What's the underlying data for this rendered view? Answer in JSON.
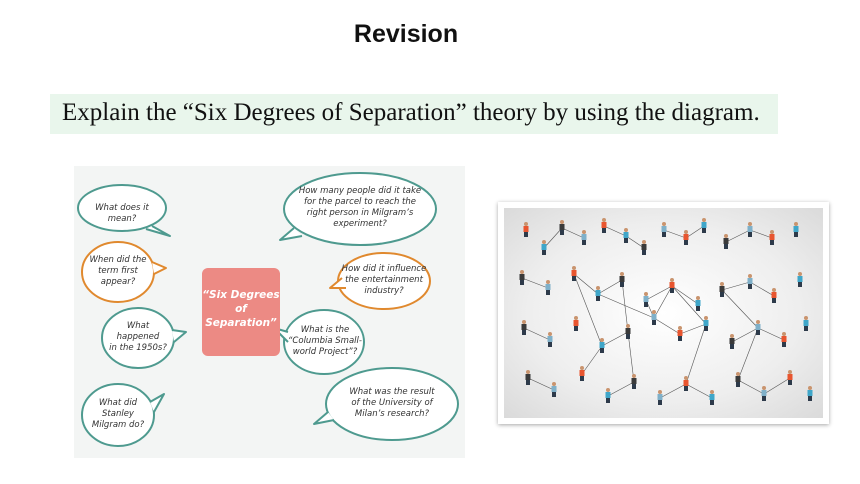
{
  "slide": {
    "title": "Revision",
    "prompt": "Explain the “Six Degrees of Separation” theory by using the diagram."
  },
  "mind_map": {
    "center": {
      "line1": "“Six Degrees",
      "line2": "of",
      "line3": "Separation”",
      "color": "#ec8a84"
    },
    "left_bubbles": [
      {
        "lines": [
          "What does it mean?"
        ],
        "color": "#4e9a8f"
      },
      {
        "lines": [
          "When did the",
          "term first",
          "appear?"
        ],
        "color": "#e0892e"
      },
      {
        "lines": [
          "What",
          "happened",
          "in the 1950s?"
        ],
        "color": "#4e9a8f"
      },
      {
        "lines": [
          "What did",
          "Stanley",
          "Milgram do?"
        ],
        "color": "#4e9a8f"
      }
    ],
    "right_bubbles": [
      {
        "lines": [
          "How many people did it take",
          "for the parcel to reach the",
          "right person in Milgram’s",
          "experiment?"
        ],
        "color": "#4e9a8f"
      },
      {
        "lines": [
          "How did it influence",
          "the entertainment",
          "industry?"
        ],
        "color": "#e0892e"
      },
      {
        "lines": [
          "What is the",
          "“Columbia Small-",
          "world Project”?"
        ],
        "color": "#4e9a8f"
      },
      {
        "lines": [
          "What was the result",
          "of the University of",
          "Milan’s research?"
        ],
        "color": "#4e9a8f"
      }
    ]
  },
  "network_illustration": {
    "description_icon": "people-network-illustration",
    "person_colors": [
      "#e8552f",
      "#3fa6c9",
      "#3a3a3a",
      "#7fb0c9"
    ]
  }
}
